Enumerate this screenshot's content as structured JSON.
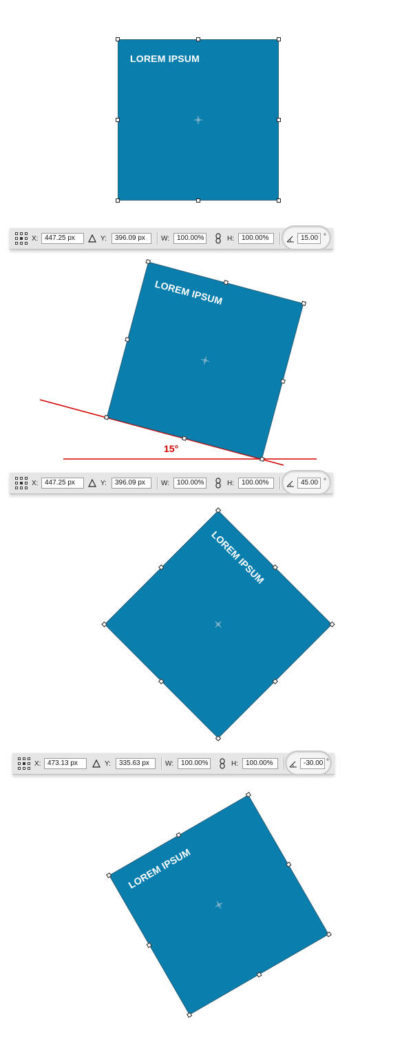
{
  "box_label": "LOREM IPSUM",
  "accent_color": "#0a7fae",
  "guide_color": "#d40000",
  "toolbars": [
    {
      "x_label": "X:",
      "x_value": "447.25 px",
      "y_label": "Y:",
      "y_value": "396.09 px",
      "w_label": "W:",
      "w_value": "100.00%",
      "h_label": "H:",
      "h_value": "100.00%",
      "angle_value": "15.00",
      "degree_symbol": "°"
    },
    {
      "x_label": "X:",
      "x_value": "447.25 px",
      "y_label": "Y:",
      "y_value": "396.09 px",
      "w_label": "W:",
      "w_value": "100.00%",
      "h_label": "H:",
      "h_value": "100.00%",
      "angle_value": "45.00",
      "degree_symbol": "°"
    },
    {
      "x_label": "X:",
      "x_value": "473.13 px",
      "y_label": "Y:",
      "y_value": "335.63 px",
      "w_label": "W:",
      "w_value": "100.00%",
      "h_label": "H:",
      "h_value": "100.00%",
      "angle_value": "-30.00",
      "degree_symbol": "°"
    }
  ],
  "guide_angle_label": "15°",
  "icons": {
    "reference_point": "reference-point-grid-icon",
    "delta": "delta-icon",
    "link": "link-chain-icon",
    "angle": "angle-icon",
    "center": "crosshair-center-icon"
  }
}
